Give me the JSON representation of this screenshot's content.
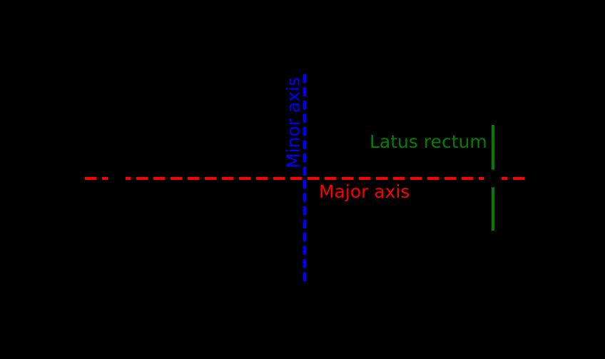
{
  "figure": {
    "description": "Ellipse axes diagram on black background",
    "background_color": "#000000",
    "labels": {
      "major_axis": {
        "text": "Major axis",
        "color": "#ff0000"
      },
      "minor_axis": {
        "text": "Minor axis",
        "color": "#0000ff",
        "rotation_deg": -90
      },
      "latus_rectum": {
        "text": "Latus rectum",
        "color": "#008000"
      }
    },
    "elements": {
      "major_axis_line": {
        "style": "dashed",
        "color": "#ff0000",
        "orientation": "horizontal"
      },
      "minor_axis_line": {
        "style": "dashed",
        "color": "#0000ff",
        "orientation": "vertical"
      },
      "latus_rectum_line": {
        "style": "solid",
        "color": "#008000",
        "orientation": "vertical"
      },
      "focus_dots": {
        "count": 2,
        "color": "#000000"
      }
    }
  }
}
